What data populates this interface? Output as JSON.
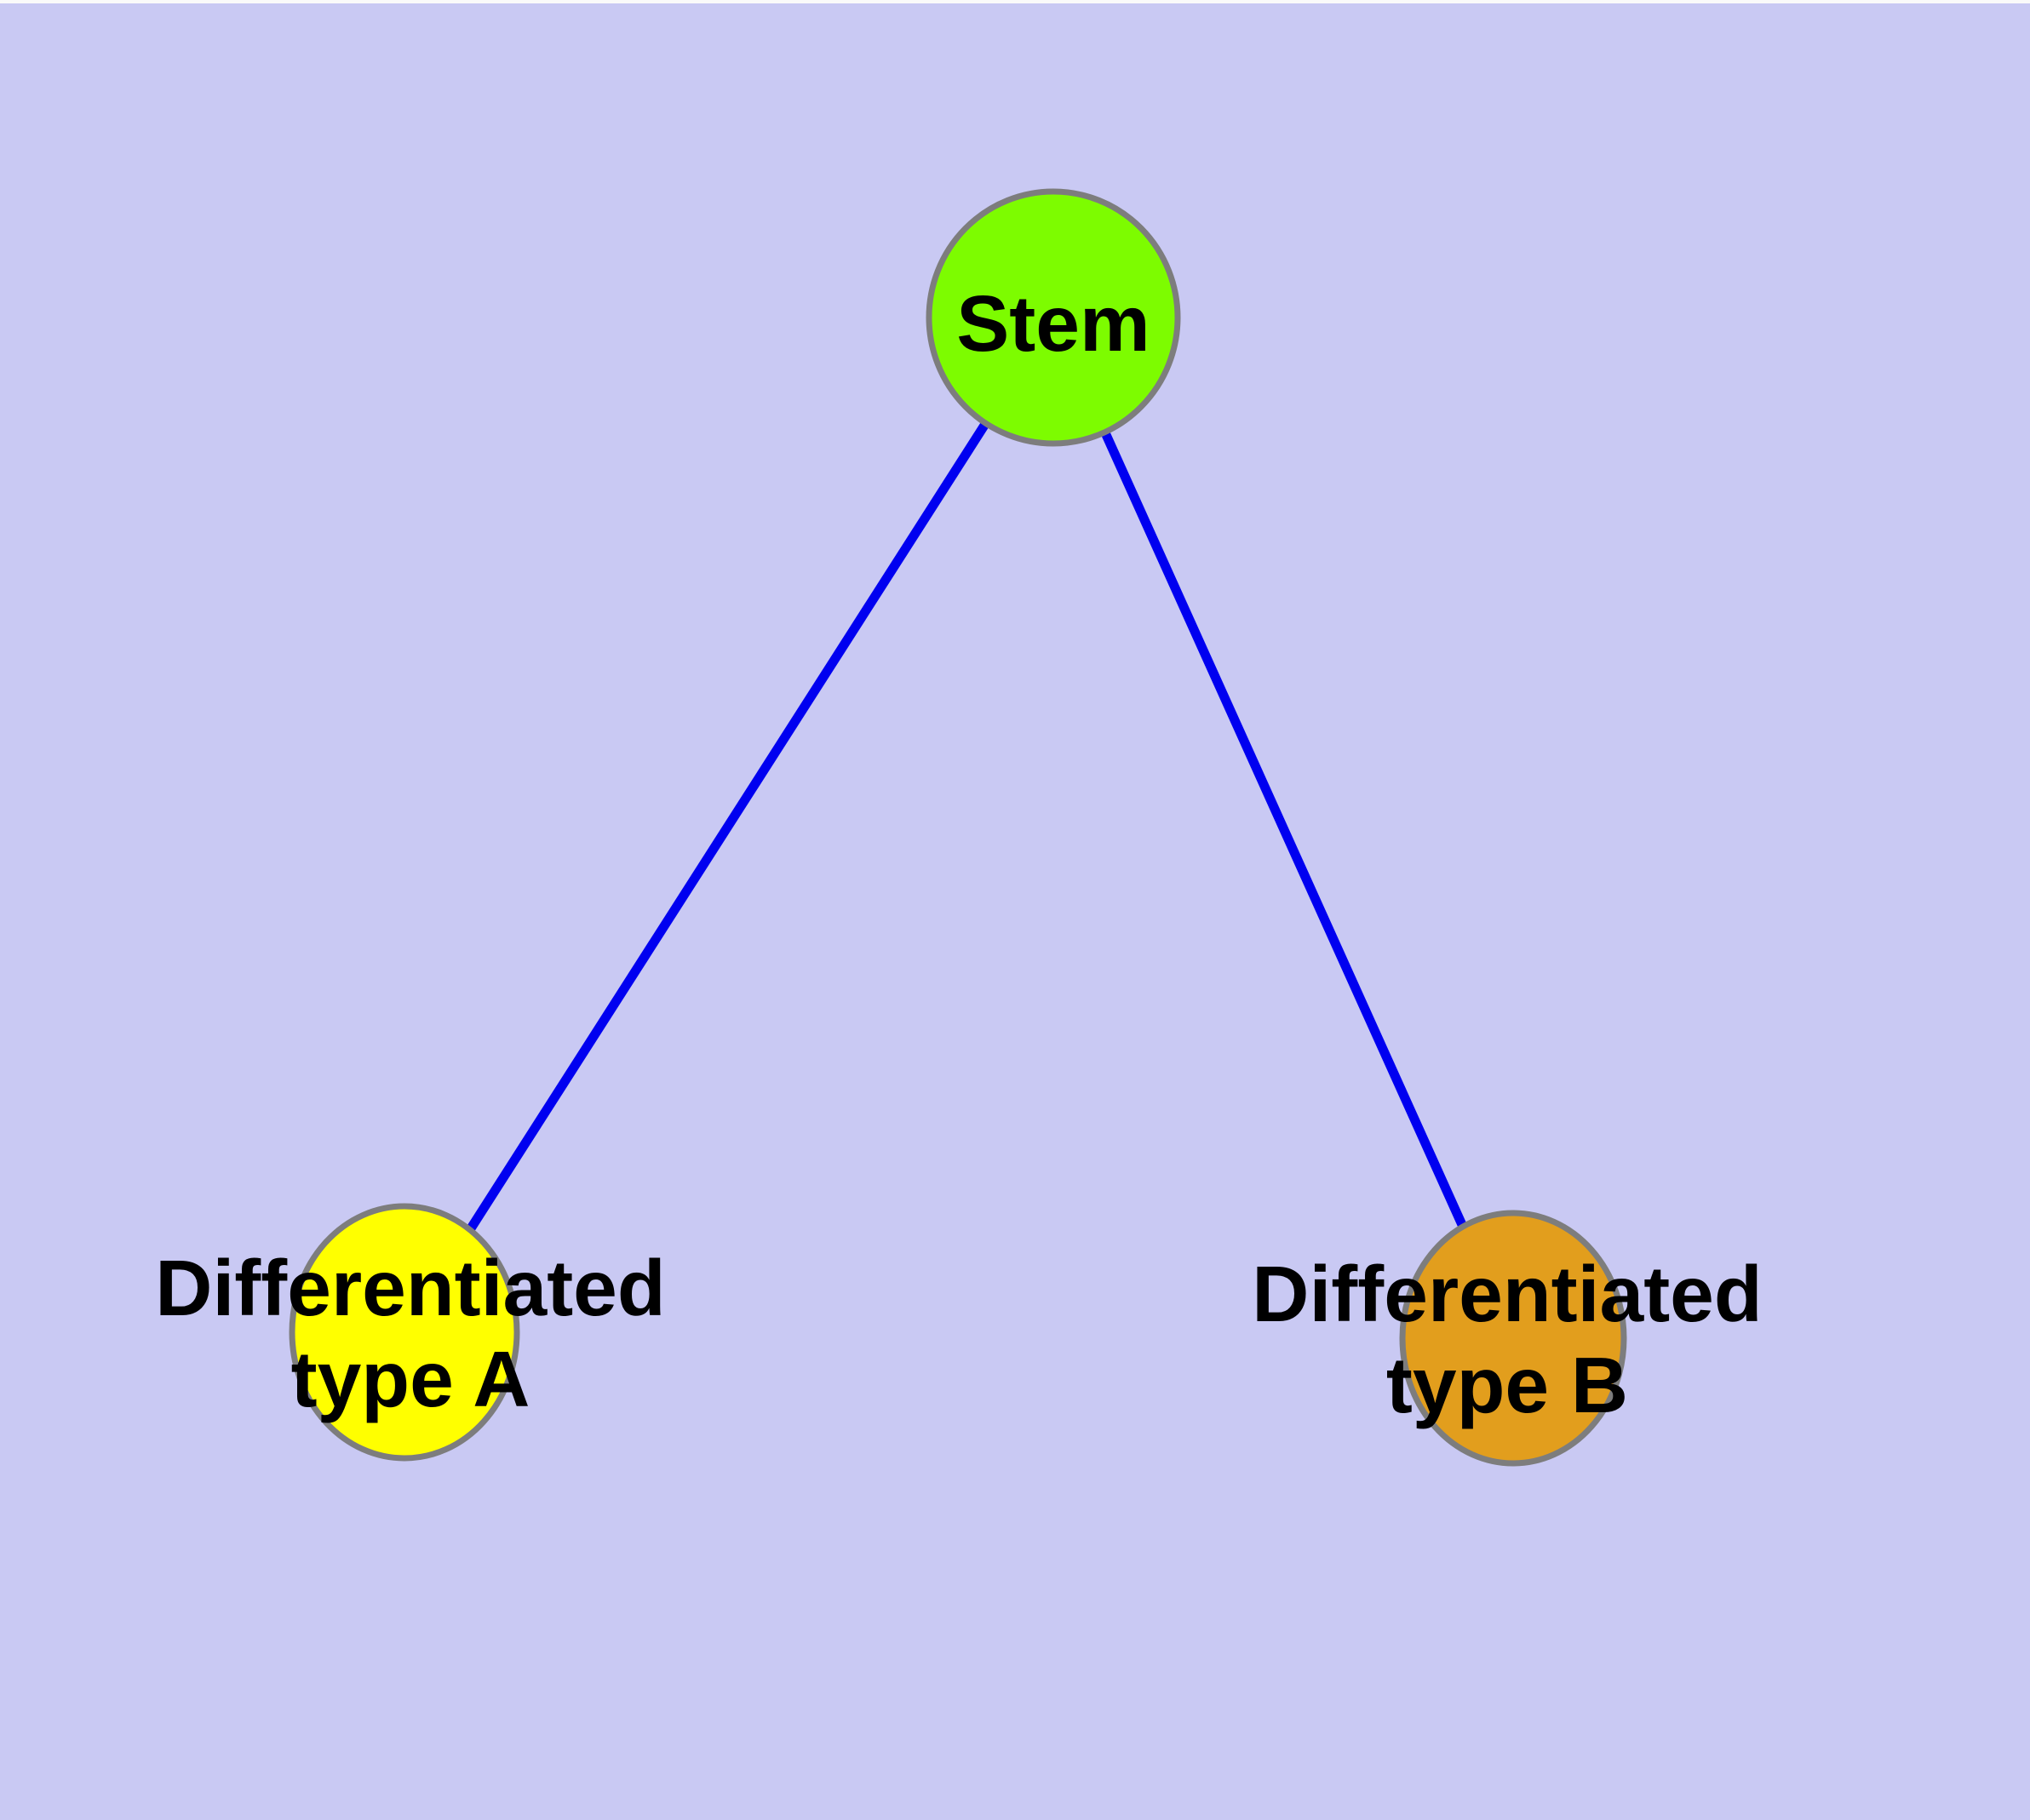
{
  "canvas": {
    "background": "#c9c9f3",
    "top_strip_color": "#fafafa",
    "text_color": "#000000"
  },
  "nodes": [
    {
      "id": "stem",
      "label": "Stem",
      "fill": "#7dfc00",
      "border": "#7d7d7d"
    },
    {
      "id": "differentiated-type-a",
      "label_line1": "Differentiated",
      "label_line2": "type A",
      "fill": "#ffff00",
      "border": "#7d7d7d"
    },
    {
      "id": "differentiated-type-b",
      "label_line1": "Differentiated",
      "label_line2": "type B",
      "fill": "#e29e1d",
      "border": "#7d7d7d"
    }
  ],
  "edges": [
    {
      "from": "stem",
      "to": "differentiated-type-a",
      "color": "#0000f0"
    },
    {
      "from": "stem",
      "to": "differentiated-type-b",
      "color": "#0000f0"
    }
  ]
}
